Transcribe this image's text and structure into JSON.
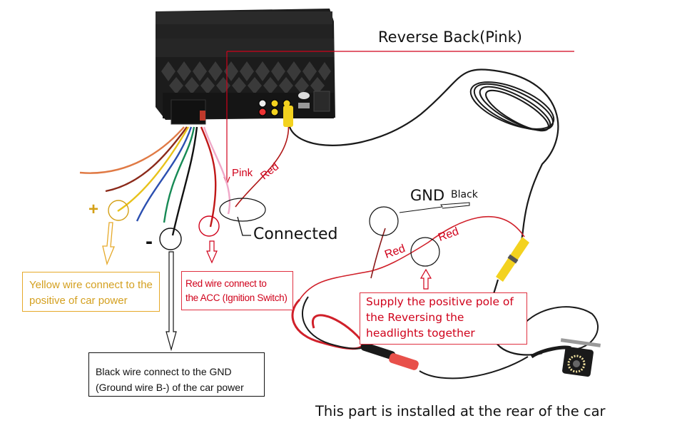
{
  "diagram": {
    "title": "Reverse Back(Pink)",
    "colors": {
      "red_annotation": "#d0021b",
      "yellow_annotation": "#d4a017",
      "black": "#111111",
      "pink_wire": "#f0a8c8",
      "head_unit": "#1c1c1c"
    },
    "components": {
      "head_unit": "car-stereo-head-unit",
      "camera": "rear-view-camera",
      "video_cable": "black-video-extension-cable",
      "power_cable": "red-black-power-cable",
      "rca_connector": "yellow-rca-connector"
    },
    "wire_labels": {
      "pink": "Pink",
      "red_head": "Red",
      "red_left": "Red",
      "red_right": "Red"
    },
    "symbols": {
      "plus": "+",
      "minus": "-"
    },
    "callouts": {
      "connected": "Connected",
      "gnd": "GND",
      "gnd_color": "Black"
    },
    "boxes": {
      "yellow_wire": [
        "Yellow wire connect to the",
        "positive of car power"
      ],
      "red_wire": [
        "Red wire connect to",
        "the ACC (Ignition Switch)"
      ],
      "supply": [
        "Supply the positive pole of",
        "the Reversing the",
        "headlights together"
      ],
      "black_wire": [
        "Black wire connect to the GND",
        "(Ground wire B-) of the car power"
      ]
    },
    "footer": "This part is installed at the rear of the car"
  }
}
